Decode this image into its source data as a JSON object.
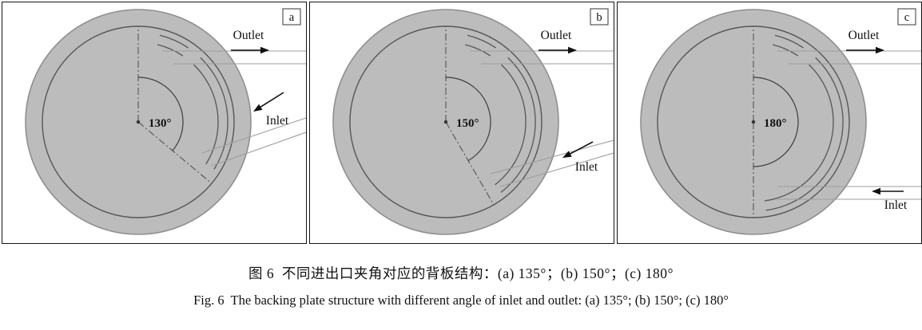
{
  "figure": {
    "panels": [
      {
        "letter": "a",
        "angle_label": "130°",
        "angle_deg": 130,
        "outlet_label": "Outlet",
        "inlet_label": "Inlet"
      },
      {
        "letter": "b",
        "angle_label": "150°",
        "angle_deg": 150,
        "outlet_label": "Outlet",
        "inlet_label": "Inlet"
      },
      {
        "letter": "c",
        "angle_label": "180°",
        "angle_deg": 180,
        "outlet_label": "Outlet",
        "inlet_label": "Inlet"
      }
    ],
    "caption_zh": "图 6  不同进出口夹角对应的背板结构：(a) 135°；(b) 150°；(c) 180°",
    "caption_en": "Fig. 6  The backing plate structure with different angle of inlet and outlet: (a) 135°; (b) 150°; (c) 180°",
    "colors": {
      "disc_fill": "#bcbcbc",
      "disc_edge": "#8f8f8f",
      "line": "#565656",
      "dash_line": "#4a4a4a",
      "pipe_line": "#9e9e9e",
      "arrow": "#111111",
      "panel_border": "#141414"
    }
  }
}
